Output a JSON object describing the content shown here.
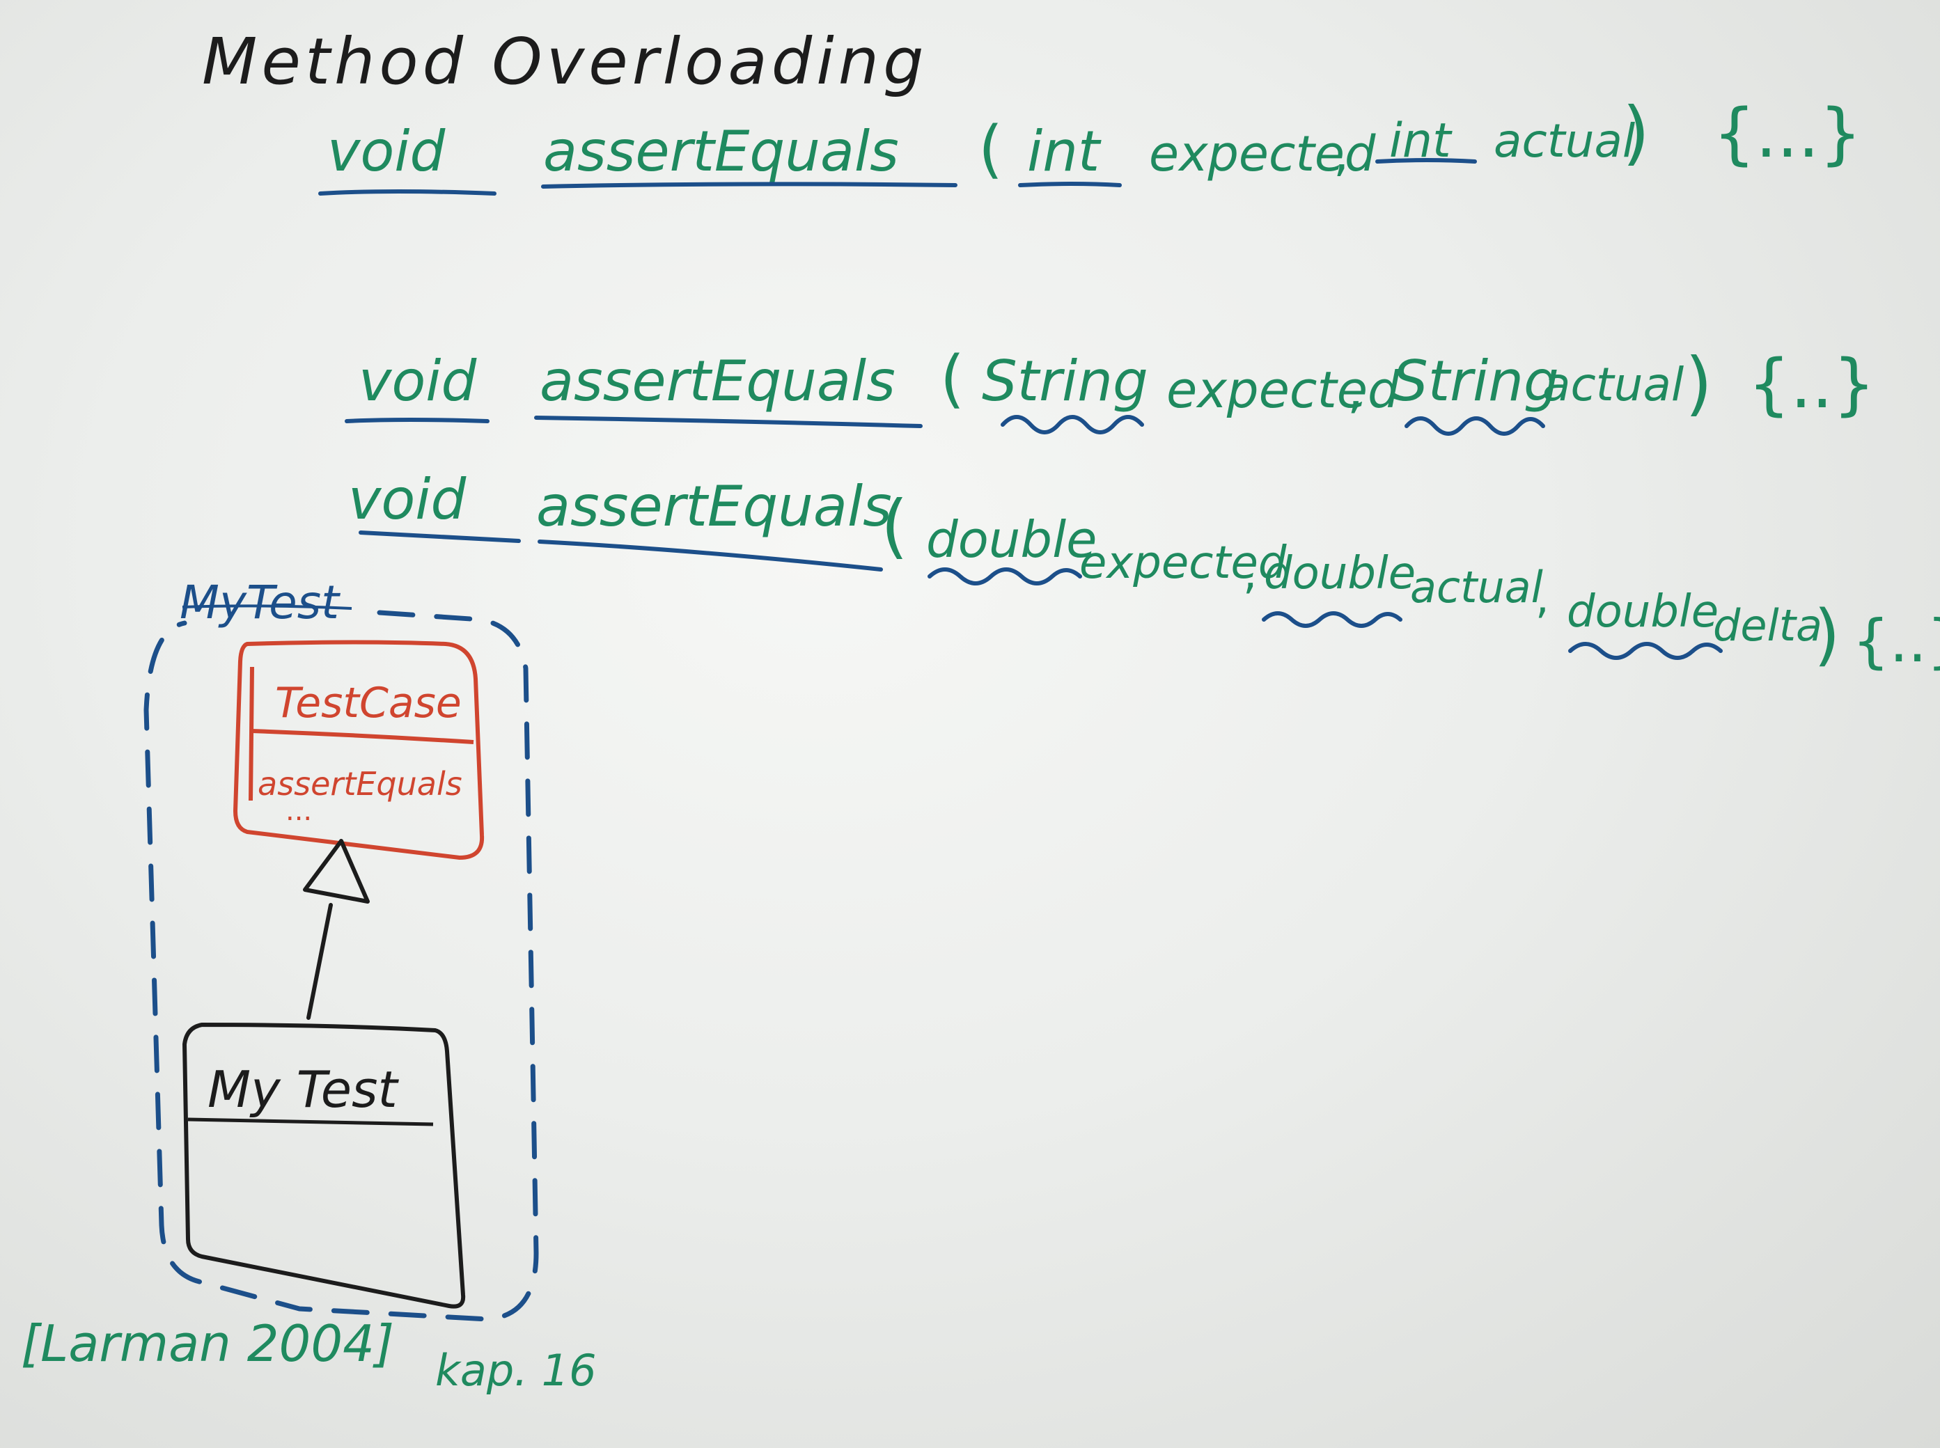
{
  "title": "Method Overloading",
  "methods": [
    {
      "return_type": "void",
      "name": "assertEquals",
      "open_paren": "(",
      "params": [
        {
          "type": "int",
          "name": "expected"
        },
        {
          "type": "int",
          "name": "actual"
        }
      ],
      "close": ")",
      "body": "{...}"
    },
    {
      "return_type": "void",
      "name": "assertEquals",
      "open_paren": "(",
      "params": [
        {
          "type": "String",
          "name": "expected"
        },
        {
          "type": "String",
          "name": "actual"
        }
      ],
      "close": ")",
      "body": "{..}"
    },
    {
      "return_type": "void",
      "name": "assertEquals",
      "open_paren": "(",
      "params": [
        {
          "type": "double",
          "name": "expected"
        },
        {
          "type": "double",
          "name": "actual"
        },
        {
          "type": "double",
          "name": "delta"
        }
      ],
      "close": ")",
      "body": "{..}"
    }
  ],
  "separator": ",",
  "diagram": {
    "package_label": "MyTest",
    "superclass": {
      "name": "TestCase",
      "method": "assertEquals",
      "ellipsis": "..."
    },
    "subclass": {
      "name": "My Test"
    }
  },
  "reference": {
    "citation": "[Larman 2004]",
    "chapter": "kap. 16"
  },
  "colors": {
    "green_ink": "#1f8a5f",
    "blue_ink": "#1c4f8a",
    "red_ink": "#d0452f",
    "black_ink": "#1c1c1c",
    "board": "#eceeec"
  }
}
